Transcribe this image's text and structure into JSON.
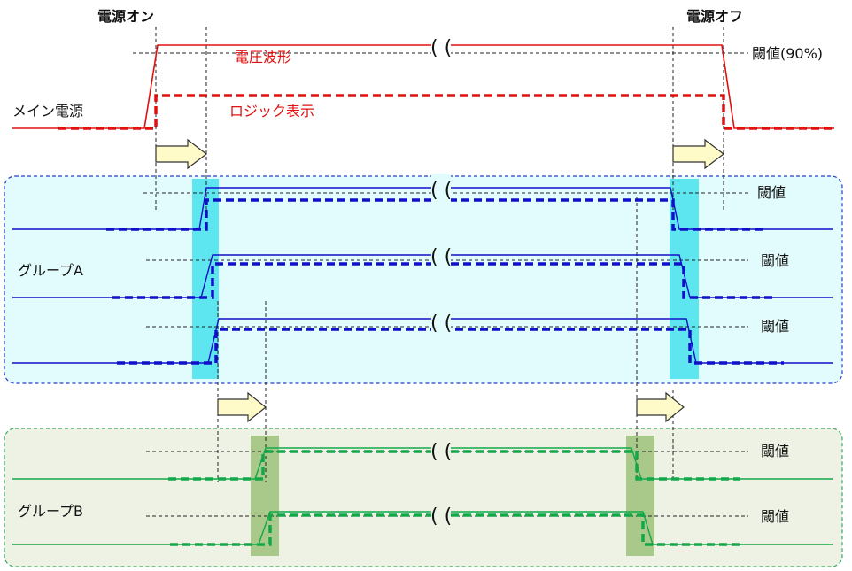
{
  "header": {
    "power_on": "電源オン",
    "power_off": "電源オフ"
  },
  "main_power": {
    "label": "メイン電源",
    "waveform_label": "電圧波形",
    "logic_label": "ロジック表示",
    "threshold_label": "閾値(90%)",
    "color": "#e01010"
  },
  "group_a": {
    "label": "グループA",
    "threshold_labels": [
      "閾値",
      "閾値",
      "閾値"
    ],
    "line_color": "#1010c8",
    "background": "#e2fbfc",
    "border": "#2a3cc8",
    "highlight": "#5ee6f0"
  },
  "group_b": {
    "label": "グループB",
    "threshold_labels": [
      "閾値",
      "閾値"
    ],
    "line_color": "#12a84a",
    "background": "#eef2e4",
    "border": "#3aa860",
    "highlight": "#a9c98a"
  },
  "break_mark": "( (",
  "icons": {
    "arrow": "arrow-right-icon",
    "break": "axis-break-icon"
  }
}
